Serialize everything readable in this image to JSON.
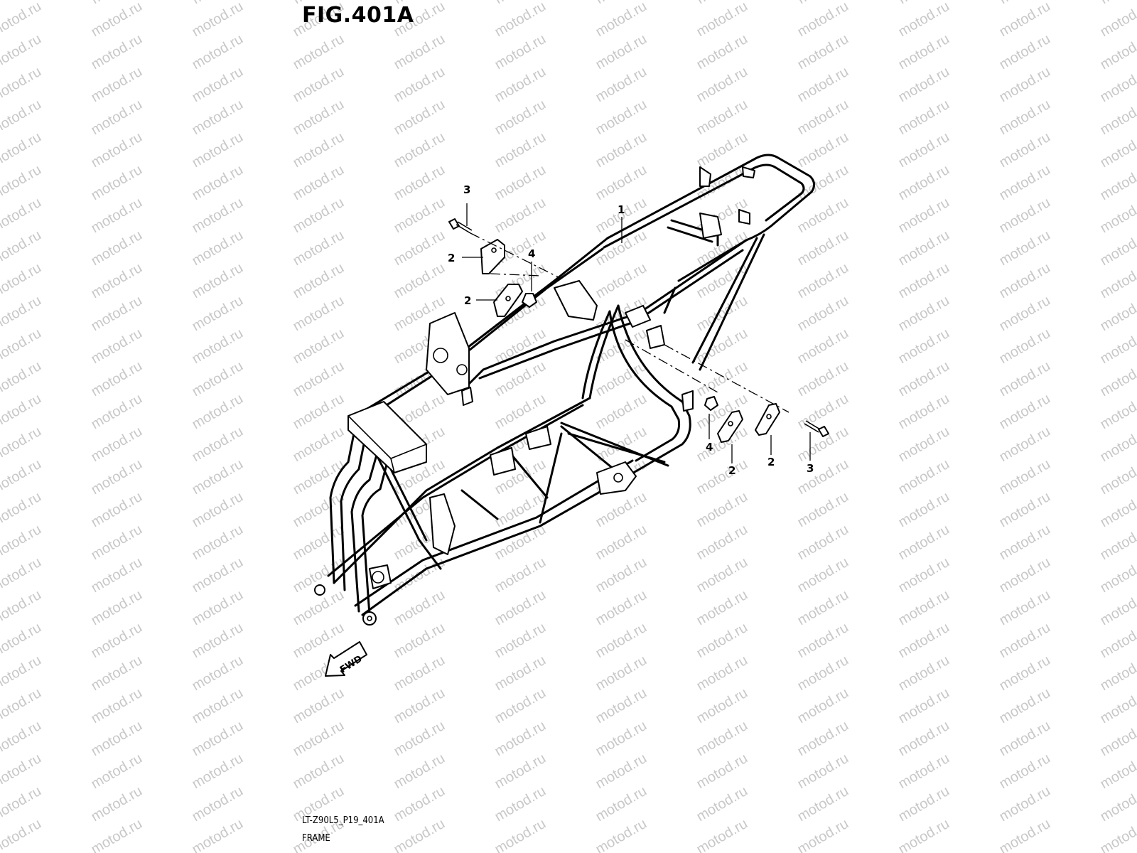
{
  "figure": {
    "title": "FIG.401A"
  },
  "footer": {
    "code": "LT-Z90L5_P19_401A",
    "caption": "FRAME"
  },
  "watermark": {
    "text": "motod.ru"
  },
  "direction_marker": {
    "label": "FWD"
  },
  "callouts": [
    {
      "id": "c1",
      "label": "1"
    },
    {
      "id": "c2a",
      "label": "2"
    },
    {
      "id": "c2b",
      "label": "2"
    },
    {
      "id": "c2c",
      "label": "2"
    },
    {
      "id": "c2d",
      "label": "2"
    },
    {
      "id": "c3a",
      "label": "3"
    },
    {
      "id": "c3b",
      "label": "3"
    },
    {
      "id": "c4a",
      "label": "4"
    },
    {
      "id": "c4b",
      "label": "4"
    }
  ]
}
